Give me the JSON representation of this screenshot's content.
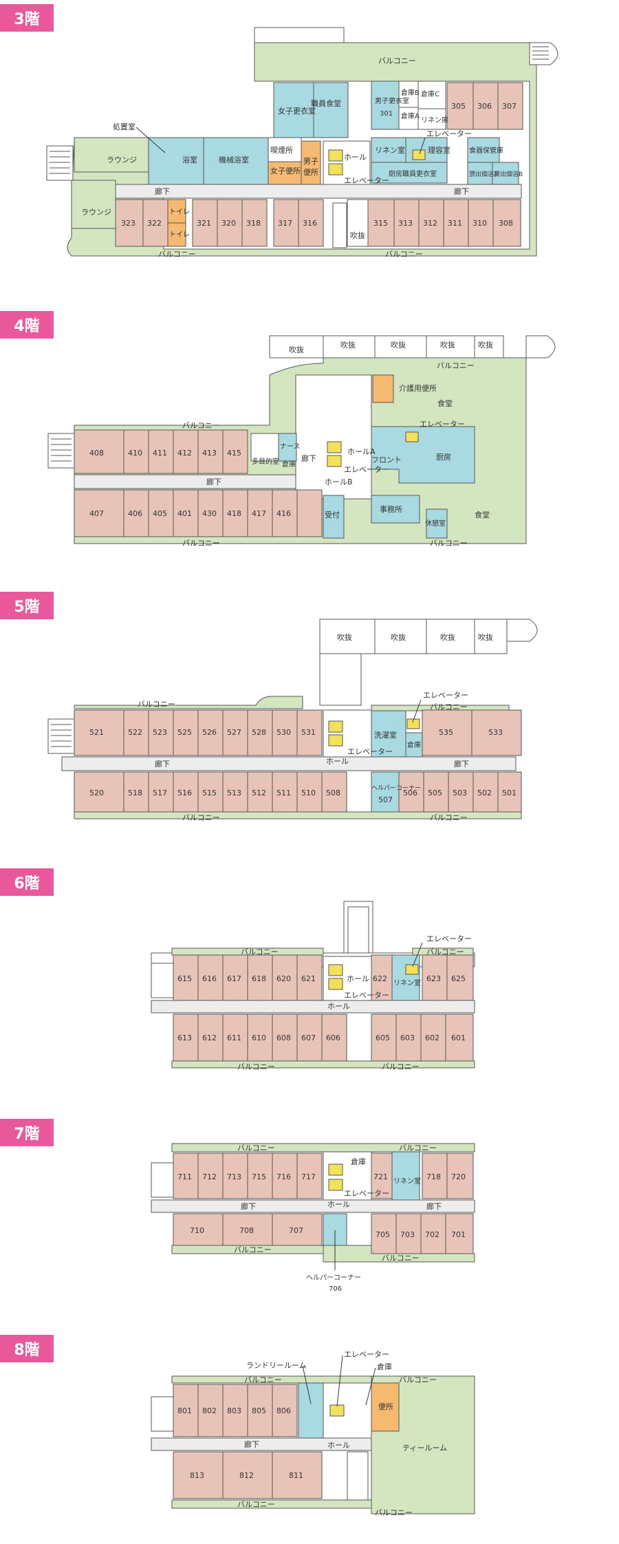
{
  "colors": {
    "badge": "#e8589a",
    "guest_room": "#e8c4b8",
    "service_room": "#a9d9e1",
    "toilet": "#f5b970",
    "balcony_lounge": "#d3e6bf",
    "corridor": "#ededed",
    "elevator": "#f4e15a"
  },
  "floors": [
    {
      "label": "3階",
      "rooms_top": [
        "男子更衣室 301",
        "305",
        "306",
        "307"
      ],
      "rooms_bottom": [
        "323",
        "322",
        "321",
        "320",
        "318",
        "317",
        "316",
        "315",
        "313",
        "312",
        "311",
        "310",
        "308"
      ],
      "labels": {
        "lounge": "ラウンジ",
        "treatment": "処置室",
        "bath": "浴室",
        "machine_bath": "機械浴室",
        "smoking": "喫煙所",
        "female_toilet": "女子便所",
        "male_toilet": "男子便所",
        "female_locker": "女子更衣室",
        "staff_dining": "職員食堂",
        "storage_b": "倉庫B",
        "storage_a": "倉庫A",
        "storage_c": "倉庫C",
        "linen_storage": "リネン庫",
        "linen_room": "リネン室",
        "barber": "理容室",
        "kitchen_locker": "厨房職員更衣室",
        "tableware": "食器保管庫",
        "private_bath_a": "貸出個浴A",
        "private_bath_b": "貸出個浴B",
        "hall": "ホール",
        "elevator": "エレベーター",
        "corridor": "廊下",
        "toilet": "トイレ",
        "void": "吹抜",
        "balcony": "バルコニー",
        "male": "男子",
        "washroom": "便所",
        "male_locker_label": "男子更衣室",
        "room_301": "301"
      }
    },
    {
      "label": "4階",
      "rooms_top": [
        "408",
        "410",
        "411",
        "412",
        "413",
        "415"
      ],
      "rooms_bottom": [
        "407",
        "406",
        "405",
        "401",
        "430",
        "418",
        "417",
        "416"
      ],
      "labels": {
        "void": "吹抜",
        "care_toilet": "介護用便所",
        "dining": "食堂",
        "multipurpose": "多目的室",
        "nurse": "ナース",
        "storage": "倉庫",
        "corridor": "廊下",
        "hall_a": "ホールA",
        "hall_b": "ホールB",
        "front": "フロント",
        "kitchen": "厨房",
        "reception": "受付",
        "office": "事務所",
        "rest_room": "休憩室",
        "elevator": "エレベーター",
        "balcony": "バルコニー"
      }
    },
    {
      "label": "5階",
      "rooms_top": [
        "521",
        "522",
        "523",
        "525",
        "526",
        "527",
        "528",
        "530",
        "531"
      ],
      "rooms_top_right": [
        "535",
        "533"
      ],
      "rooms_bottom": [
        "520",
        "518",
        "517",
        "516",
        "515",
        "513",
        "512",
        "511",
        "510",
        "508"
      ],
      "rooms_bottom_right": [
        "506",
        "505",
        "503",
        "502",
        "501"
      ],
      "labels": {
        "void": "吹抜",
        "laundry": "洗濯室",
        "storage": "倉庫",
        "hall": "ホール",
        "elevator": "エレベーター",
        "corridor": "廊下",
        "helper_corner": "ヘルパーコーナー",
        "helper_room": "507",
        "balcony": "バルコニー"
      }
    },
    {
      "label": "6階",
      "rooms_top": [
        "615",
        "616",
        "617",
        "618",
        "620",
        "621"
      ],
      "rooms_top_right": [
        "622",
        "623",
        "625"
      ],
      "rooms_bottom": [
        "613",
        "612",
        "611",
        "610",
        "608",
        "607",
        "606"
      ],
      "rooms_bottom_right": [
        "605",
        "603",
        "602",
        "601"
      ],
      "labels": {
        "hall": "ホール",
        "linen_room": "リネン室",
        "elevator": "エレベーター",
        "balcony": "バルコニー"
      }
    },
    {
      "label": "7階",
      "rooms_top": [
        "711",
        "712",
        "713",
        "715",
        "716",
        "717"
      ],
      "rooms_top_right": [
        "721",
        "718",
        "720"
      ],
      "rooms_bottom": [
        "710",
        "708",
        "707"
      ],
      "rooms_bottom_right": [
        "705",
        "703",
        "702",
        "701"
      ],
      "labels": {
        "storage": "倉庫",
        "linen_room": "リネン室",
        "hall": "ホール",
        "elevator": "エレベーター",
        "corridor": "廊下",
        "helper_corner": "ヘルパーコーナー",
        "helper_room": "706",
        "balcony": "バルコニー"
      }
    },
    {
      "label": "8階",
      "rooms_top": [
        "801",
        "802",
        "803",
        "805",
        "806"
      ],
      "rooms_bottom": [
        "813",
        "812",
        "811"
      ],
      "labels": {
        "laundry_room": "ランドリールーム",
        "elevator": "エレベーター",
        "storage": "倉庫",
        "toilet": "便所",
        "hall": "ホール",
        "tea_room": "ティールーム",
        "corridor": "廊下",
        "balcony": "バルコニー"
      }
    }
  ]
}
